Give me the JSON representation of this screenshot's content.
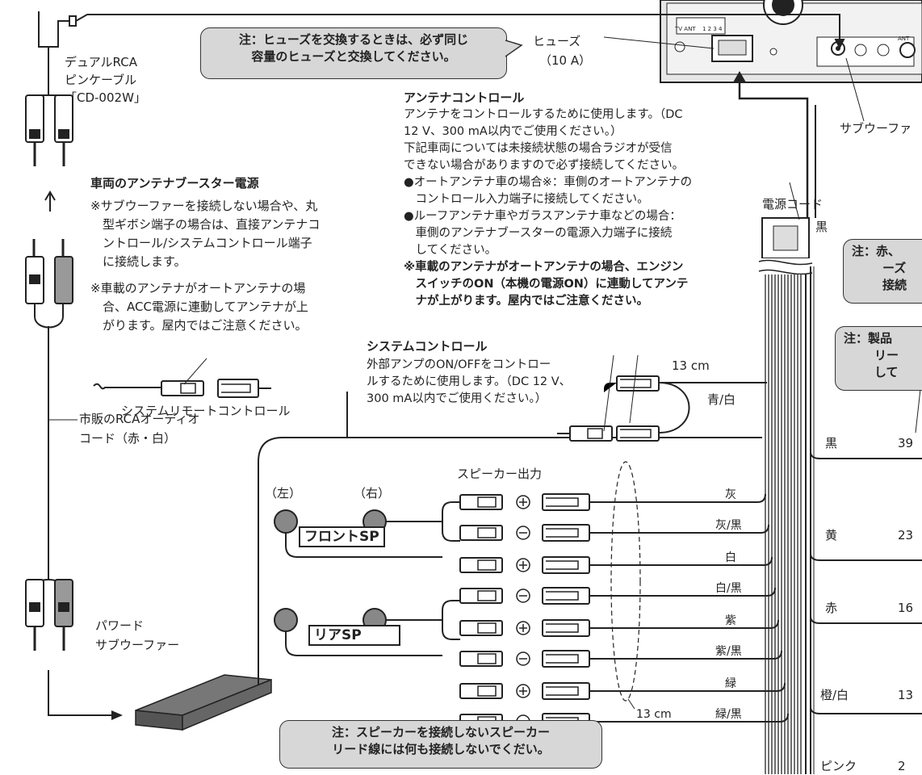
{
  "fuse": {
    "note_line1": "注：ヒューズを交換するときは、必ず同じ",
    "note_line2": "容量のヒューズと交換してください。",
    "label": "ヒューズ",
    "rating": "（10 A）"
  },
  "rca_cable": {
    "line1": "デュアルRCA",
    "line2": "ピンケーブル",
    "line3": "「CD-002W」"
  },
  "antenna_control": {
    "title": "アンテナコントロール",
    "lines": [
      "アンテナをコントロールするために使用します。（DC",
      "12 V、300 mA以内でご使用ください。）",
      "下記車両については未接続状態の場合ラジオが受信",
      "できない場合がありますので必ず接続してください。",
      "●オートアンテナ車の場合※：車側のオートアンテナの",
      "　コントロール入力端子に接続してください。",
      "●ルーフアンテナ車やガラスアンテナ車などの場合：",
      "　車側のアンテナブースターの電源入力端子に接続",
      "　してください。"
    ],
    "bold_lines": [
      "※車載のアンテナがオートアンテナの場合、エンジン",
      "　スイッチのON（本機の電源ON）に連動してアンテ",
      "　ナが上がります。屋内ではご注意ください。"
    ]
  },
  "booster": {
    "title": "車両のアンテナブースター電源",
    "note1": [
      "※サブウーファーを接続しない場合や、丸",
      "　型ギボシ端子の場合は、直接アンテナコ",
      "　ントロール/システムコントロール端子",
      "　に接続します。"
    ],
    "note2": [
      "※車載のアンテナがオートアンテナの場",
      "　合、ACC電源に連動してアンテナが上",
      "　がります。屋内ではご注意ください。"
    ]
  },
  "system_control": {
    "title": "システムコントロール",
    "lines": [
      "外部アンプのON/OFFをコントロー",
      "ルするために使用します。（DC 12 V、",
      "300 mA以内でご使用ください。）"
    ],
    "length": "13 cm",
    "wire_color": "青/白"
  },
  "system_remote": "システムリモートコントロール",
  "rca_audio": {
    "line1": "市販のRCAオーディオ",
    "line2": "コード（赤・白）"
  },
  "speaker": {
    "title": "スピーカー出力",
    "left": "（左）",
    "right": "（右）",
    "front_label": "フロントSP",
    "rear_label": "リアSP",
    "wires": [
      "灰",
      "灰/黒",
      "白",
      "白/黒",
      "紫",
      "紫/黒",
      "緑",
      "緑/黒"
    ],
    "length": "13 cm",
    "plus": "⊕",
    "minus": "⊖"
  },
  "subwoofer": {
    "line1": "パワード",
    "line2": "サブウーファー"
  },
  "speaker_note": {
    "line1": "注：スピーカーを接続しないスピーカー",
    "line2": "リード線には何も接続しないでくだい。"
  },
  "power_cord": {
    "label": "電源コード",
    "ground": "黒"
  },
  "subwoofer_top": "サブウーファ",
  "right_note1": {
    "line1": "注：赤、",
    "line2": "ーズ",
    "line3": "接続"
  },
  "right_note2": {
    "line1": "注：製品",
    "line2": "リー",
    "line3": "して"
  },
  "power_wires": [
    {
      "color": "黒",
      "value": "39"
    },
    {
      "color": "黄",
      "value": "23"
    },
    {
      "color": "赤",
      "value": "16"
    },
    {
      "color": "橙/白",
      "value": "13"
    },
    {
      "color": "ピンク",
      "value": "2"
    }
  ],
  "head_unit": {
    "tv_ant": "TV ANT",
    "pins": "1  2  3  4",
    "ant": "ANT"
  },
  "colors": {
    "note_bg": "#d7d7d7",
    "line": "#222222",
    "jack_grey": "#888888"
  }
}
